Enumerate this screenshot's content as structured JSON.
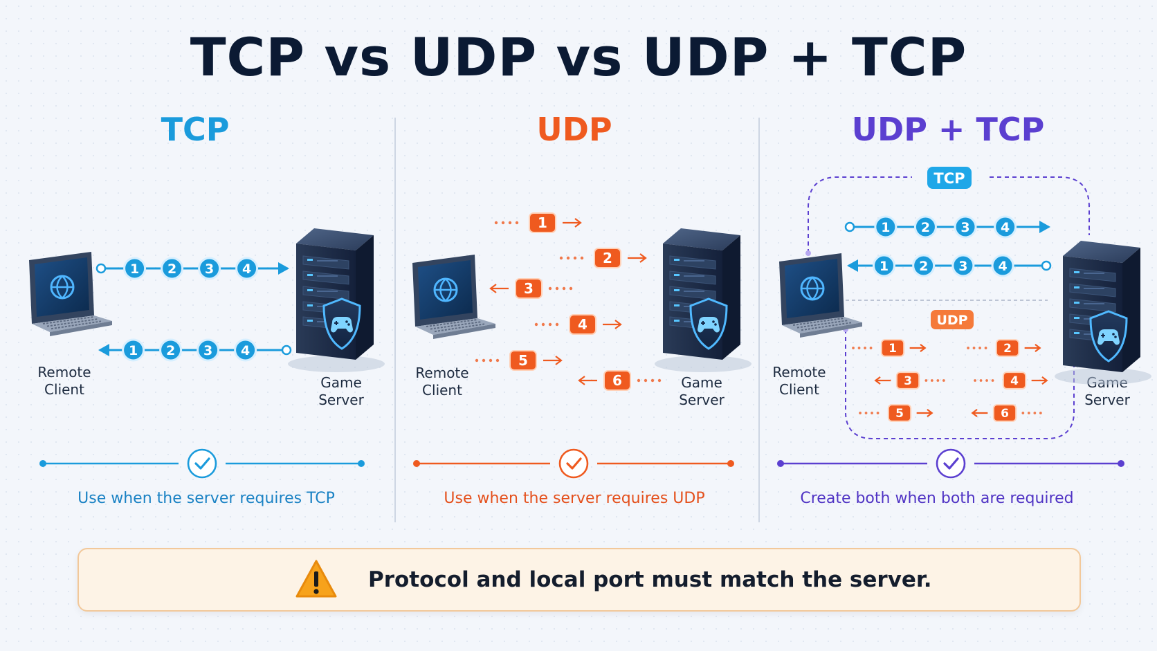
{
  "title": "TCP vs UDP vs UDP + TCP",
  "colors": {
    "tcp": "#1a9bdc",
    "udp": "#ef5a1f",
    "combo": "#5b3fd0",
    "warning": "#f7a21b"
  },
  "panels": [
    {
      "heading": "TCP",
      "client": [
        "Remote",
        "Client"
      ],
      "server": [
        "Game",
        "Server"
      ],
      "caption": "Use when the server requires TCP"
    },
    {
      "heading": "UDP",
      "client": [
        "Remote",
        "Client"
      ],
      "server": [
        "Game",
        "Server"
      ],
      "caption": "Use when the server requires UDP"
    },
    {
      "heading": "UDP + TCP",
      "client": [
        "Remote",
        "Client"
      ],
      "server": [
        "Game",
        "Server"
      ],
      "caption": "Create both when both are required",
      "tcp_badge": "TCP",
      "udp_badge": "UDP"
    }
  ],
  "tcp_sequence": [
    "1",
    "2",
    "3",
    "4"
  ],
  "udp_packets": [
    "1",
    "2",
    "3",
    "4",
    "5",
    "6"
  ],
  "warning": {
    "icon": "warning-icon",
    "text": "Protocol and local port must match the server."
  }
}
